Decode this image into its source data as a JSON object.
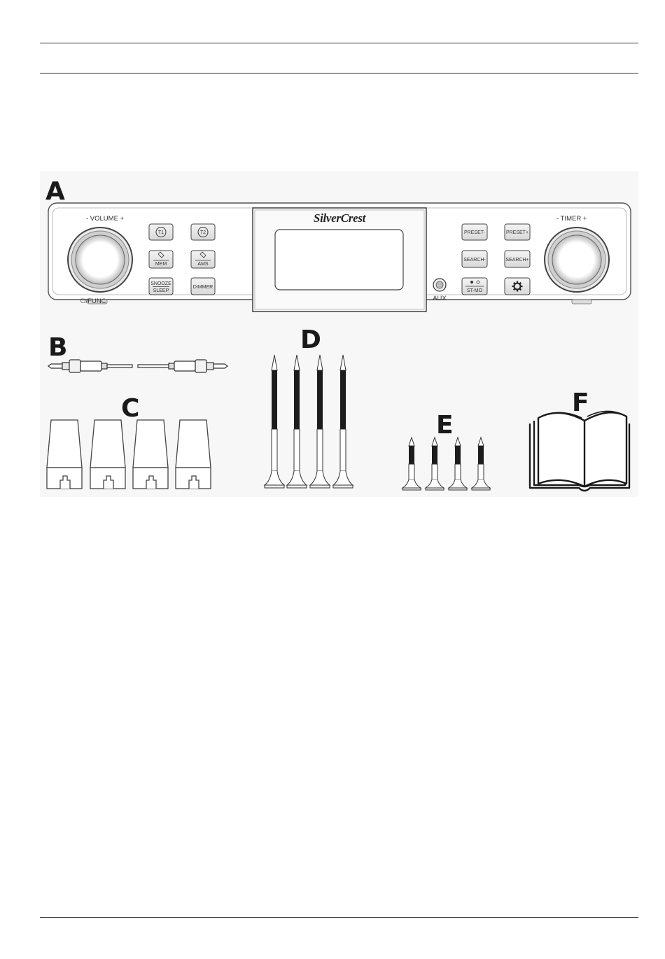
{
  "figure": {
    "labels": {
      "a": "A",
      "b": "B",
      "c": "C",
      "d": "D",
      "e": "E",
      "f": "F"
    },
    "radio": {
      "brand": "SilverCrest",
      "volume_label": "- VOLUME +",
      "func_label": "⏻/FUNC",
      "timer_label": "- TIMER +",
      "aux_label": "AUX",
      "buttons": {
        "t1": "T1",
        "t2": "T2",
        "mem": "MEM",
        "ams": "AMS",
        "snooze": "SNOOZE",
        "sleep": "SLEEP",
        "dimmer": "DIMMER",
        "preset_minus": "PRESET-",
        "preset_plus": "PRESET+",
        "search_minus": "SEARCH-",
        "search_plus": "SEARCH+",
        "st_mo": "ST-MO"
      }
    }
  }
}
